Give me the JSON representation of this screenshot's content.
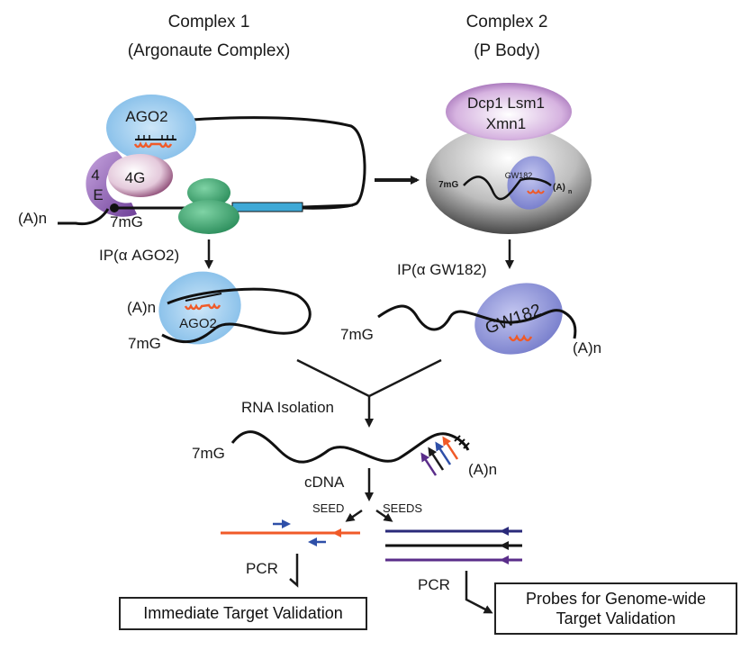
{
  "complex1": {
    "title": "Complex 1",
    "subtitle": "(Argonaute Complex)"
  },
  "complex2": {
    "title": "Complex 2",
    "subtitle": "(P Body)"
  },
  "proteins": {
    "ago2": "AGO2",
    "eif4e_top": "4",
    "eif4e_bottom": "E",
    "eif4g": "4G",
    "dcp1_lsm1": "Dcp1 Lsm1",
    "xmn1": "Xmn1",
    "gw182": "GW182",
    "gw182_small": "GW182"
  },
  "rna_labels": {
    "polyA": "(A)n",
    "polyA_small": "(A)",
    "polyA_small_sub": "n",
    "cap": "7mG"
  },
  "steps": {
    "ip_ago2": "IP(α AGO2)",
    "ip_gw182": "IP(α GW182)",
    "rna_isolation": "RNA Isolation",
    "cdna": "cDNA",
    "seed": "SEED",
    "seeds": "SEEDS",
    "pcr_left": "PCR",
    "pcr_right": "PCR"
  },
  "outputs": {
    "immediate": "Immediate Target Validation",
    "genome_line1": "Probes for Genome-wide",
    "genome_line2": "Target Validation"
  },
  "colors": {
    "ago2": "#8ec3ea",
    "eif4e": "#8b5fb0",
    "eif4g": "#c898b8",
    "ribosome": "#3fae7a",
    "orf": "#3fa9d6",
    "pbody_top": "#c9a3d6",
    "pbody_gray": "#b5b5b5",
    "gw182": "#8f95d6",
    "mirna": "#f05a28",
    "blue_arrow": "#2e4fa8",
    "purple_line": "#4b2a7a"
  }
}
